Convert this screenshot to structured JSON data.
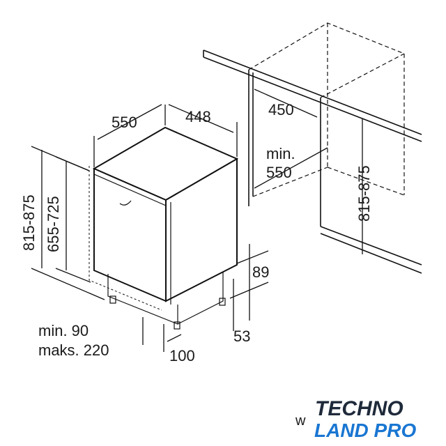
{
  "dimensions": {
    "depth": "550",
    "width": "448",
    "niche_width": "450",
    "niche_depth_line1": "min.",
    "niche_depth_line2": "550",
    "height_total_left": "815-875",
    "height_total_right": "815-875",
    "height_body": "655-725",
    "plinth": "89",
    "plinth_depth": "53",
    "door_gap": "100",
    "min_label": "min. 90",
    "max_label": "maks. 220"
  },
  "watermark_fragment": "w",
  "logo": {
    "line1": "TECHNO",
    "line2": "LAND PRO",
    "color1": "#1e2a3a",
    "color2": "#1976d2"
  }
}
